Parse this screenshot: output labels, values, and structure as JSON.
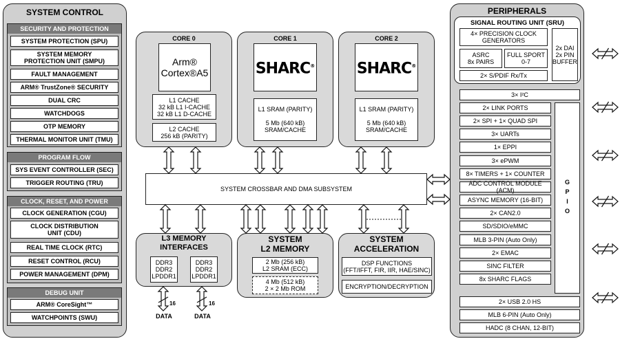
{
  "system_control": {
    "title": "SYSTEM CONTROL",
    "security": {
      "header": "SECURITY AND PROTECTION",
      "items": [
        "SYSTEM PROTECTION (SPU)",
        "SYSTEM MEMORY PROTECTION UNIT (SMPU)",
        "FAULT MANAGEMENT",
        "ARM® TrustZone® SECURITY",
        "DUAL CRC",
        "WATCHDOGS",
        "OTP MEMORY",
        "THERMAL MONITOR UNIT (TMU)"
      ]
    },
    "program_flow": {
      "header": "PROGRAM FLOW",
      "items": [
        "SYS EVENT CONTROLLER (SEC)",
        "TRIGGER ROUTING (TRU)"
      ]
    },
    "clock": {
      "header": "CLOCK, RESET, AND POWER",
      "items": [
        "CLOCK GENERATION (CGU)",
        "CLOCK DISTRIBUTION UNIT (CDU)",
        "REAL TIME CLOCK (RTC)",
        "RESET CONTROL (RCU)",
        "POWER MANAGEMENT (DPM)"
      ]
    },
    "debug": {
      "header": "DEBUG UNIT",
      "items": [
        "ARM® CoreSight™",
        "WATCHPOINTS (SWU)"
      ]
    }
  },
  "core0": {
    "title": "CORE 0",
    "arm_line1": "Arm®",
    "arm_line2": "Cortex®A5",
    "l1_title": "L1 CACHE",
    "l1_line1": "32 kB L1 I-CACHE",
    "l1_line2": "32 kB L1 D-CACHE",
    "l2_title": "L2 CACHE",
    "l2_line1": "256 kB (PARITY)"
  },
  "core1": {
    "title": "CORE 1",
    "logo": "SHARC",
    "sram_title": "L1 SRAM (PARITY)",
    "sram_line1": "5 Mb (640 kB)",
    "sram_line2": "SRAM/CACHE"
  },
  "core2": {
    "title": "CORE 2",
    "logo": "SHARC",
    "sram_title": "L1 SRAM (PARITY)",
    "sram_line1": "5 Mb (640 kB)",
    "sram_line2": "SRAM/CACHE"
  },
  "crossbar": "SYSTEM CROSSBAR AND DMA SUBSYSTEM",
  "l3": {
    "title_line1": "L3 MEMORY",
    "title_line2": "INTERFACES",
    "ddr_a": [
      "DDR3",
      "DDR2",
      "LPDDR1"
    ],
    "ddr_b": [
      "DDR3",
      "DDR2",
      "LPDDR1"
    ],
    "bus_width_a": "16",
    "bus_width_b": "16",
    "data_a": "DATA",
    "data_b": "DATA"
  },
  "l2": {
    "title_line1": "SYSTEM",
    "title_line2": "L2 MEMORY",
    "sram_line1": "2 Mb (256 kB)",
    "sram_line2": "L2 SRAM (ECC)",
    "rom_line1": "4 Mb (512 kB)",
    "rom_line2": "2 × 2 Mb ROM"
  },
  "accel": {
    "title_line1": "SYSTEM",
    "title_line2": "ACCELERATION",
    "dsp_line1": "DSP FUNCTIONS",
    "dsp_line2": "(FFT/IFFT, FIR, IIR, HAE/SINC)",
    "crypto": "ENCRYPTION/DECRYPTION"
  },
  "peripherals": {
    "title": "PERIPHERALS",
    "sru": {
      "title": "SIGNAL ROUTING UNIT (SRU)",
      "clock_gen_line1": "4× PRECISION CLOCK",
      "clock_gen_line2": "GENERATORS",
      "asrc_line1": "ASRC",
      "asrc_line2": "8x PAIRS",
      "sport_line1": "FULL SPORT",
      "sport_line2": "0-7",
      "spdif": "2× S/PDIF Rx/Tx",
      "dai_line1": "2x DAI",
      "dai_line2": "2x PIN",
      "dai_line3": "BUFFER"
    },
    "i2c": "3× I²C",
    "items": [
      "2× LINK PORTS",
      "2× SPI + 1× QUAD SPI",
      "3× UARTs",
      "1× EPPI",
      "3× ePWM",
      "8× TIMERS + 1× COUNTER",
      "ADC CONTROL MODULE (ACM)",
      "ASYNC MEMORY (16-BIT)",
      "2× CAN2.0",
      "SD/SDIO/eMMC",
      "MLB 3-PIN (Auto Only)",
      "2× EMAC",
      "SINC FILTER",
      "8x SHARC FLAGS"
    ],
    "gpio": "GPIO",
    "bottom_items": [
      "2× USB 2.0 HS",
      "MLB 6-PIN (Auto Only)",
      "HADC (8 CHAN, 12-BIT)"
    ]
  }
}
